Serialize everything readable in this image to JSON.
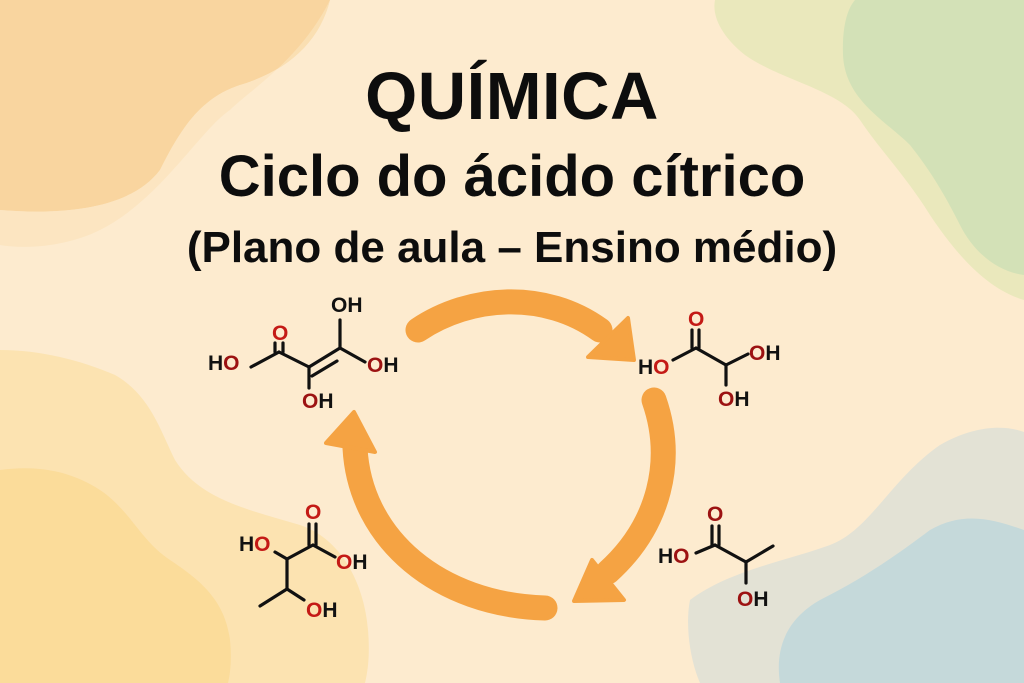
{
  "title": {
    "line1": "QUÍMICA",
    "line2": "Ciclo do ácido cítrico",
    "line3": "(Plano de aula – Ensino médio)"
  },
  "colors": {
    "background": "#FDEBCF",
    "arrow": "#F5A343",
    "oxygen": "#9C1212",
    "carbonyl_oxygen": "#C41A16",
    "text": "#0D0D0D",
    "blob_orange": "#F9D49C",
    "blob_yellow": "#FBE0A4",
    "blob_green": "#D6E2B8",
    "blob_yellowgreen": "#EAE8BC",
    "blob_grey": "#E2E2D6",
    "blob_blue": "#C6DADB"
  },
  "molecules": [
    {
      "position": "top-left",
      "labels": {
        "ho_left_h": "H",
        "ho_left_o": "O",
        "carbonyl_o": "O",
        "oh_top": "OH",
        "oh_right_o": "O",
        "oh_right_h": "H",
        "oh_bottom_o": "O",
        "oh_bottom_h": "H"
      }
    },
    {
      "position": "top-right",
      "labels": {
        "ho_h": "H",
        "ho_o": "O",
        "carbonyl_o": "O",
        "oh_right_o": "O",
        "oh_right_h": "H",
        "oh_bottom_o": "O",
        "oh_bottom_h": "H"
      }
    },
    {
      "position": "bottom-right",
      "labels": {
        "ho_h": "H",
        "ho_o": "O",
        "carbonyl_o": "O",
        "oh_bottom_o": "O",
        "oh_bottom_h": "H"
      }
    },
    {
      "position": "bottom-left",
      "labels": {
        "ho_h": "H",
        "ho_o": "O",
        "carbonyl_o": "O",
        "oh_right_o": "O",
        "oh_right_h": "H",
        "oh_bottom_o": "O",
        "oh_bottom_h": "H"
      }
    }
  ],
  "cycle": {
    "arrows": [
      {
        "name": "top-arrow",
        "direction": "clockwise"
      },
      {
        "name": "right-arrow",
        "direction": "clockwise"
      },
      {
        "name": "left-arrow",
        "direction": "clockwise"
      }
    ]
  }
}
